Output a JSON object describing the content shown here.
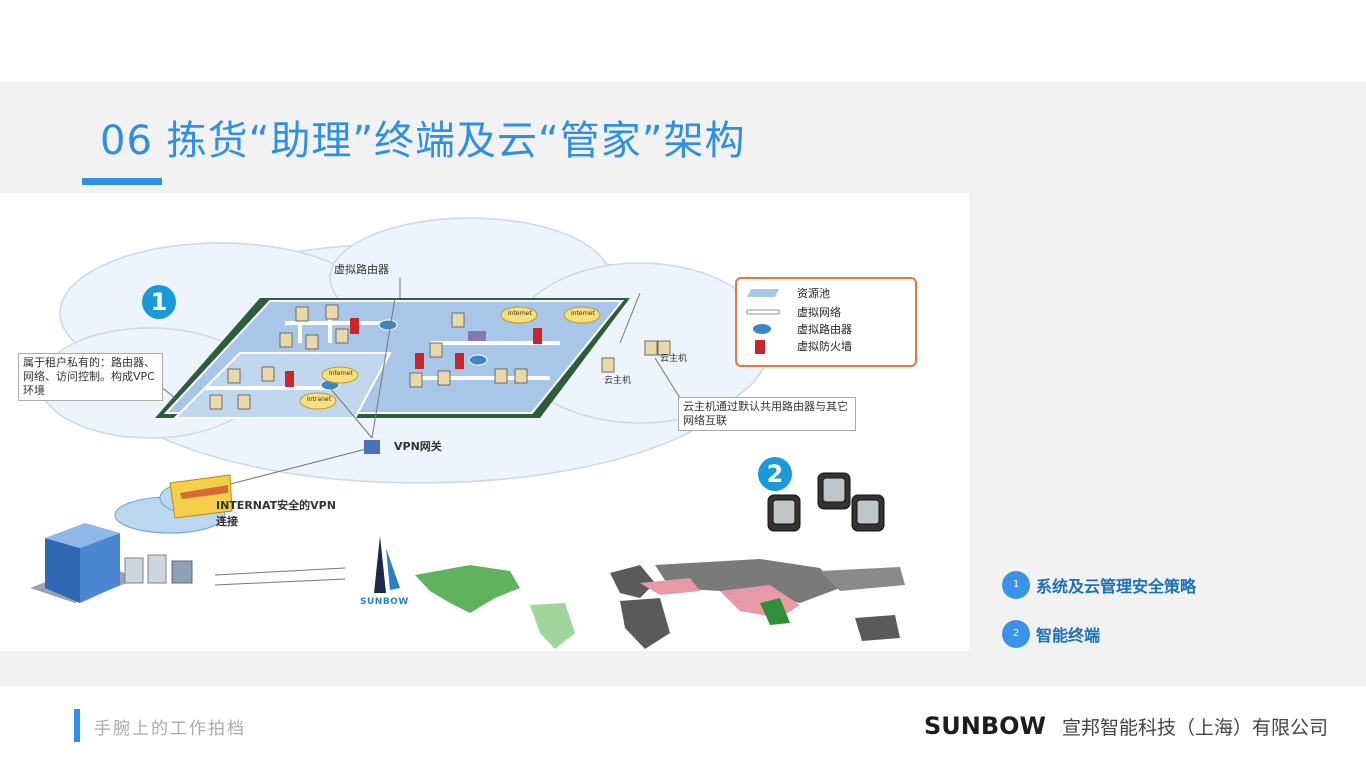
{
  "slide": {
    "title": "06 拣货“助理”终端及云“管家”架构"
  },
  "figure": {
    "badge1": "1",
    "badge2": "2",
    "virtual_router_label": "虚拟路由器",
    "tenant_note": "属于租户私有的：路由器、网络、访问控制。构成VPC环境",
    "vpn_gateway": "VPN网关",
    "internat_vpn": "INTERNAT安全的VPN连接",
    "cloud_host_1": "云主机",
    "cloud_host_2": "云主机",
    "cloud_host_note": "云主机通过默认共用路由器与其它网络互联",
    "internet_1": "Internet",
    "internet_2": "Internet",
    "internet_3": "Internet",
    "intranet": "Intranet",
    "sunbow_mini": "SUNBOW",
    "legend": {
      "items": [
        {
          "label": "资源池",
          "icon": "resource-pool-icon"
        },
        {
          "label": "虚拟网络",
          "icon": "virtual-network-icon"
        },
        {
          "label": "虚拟路由器",
          "icon": "virtual-router-icon"
        },
        {
          "label": "虚拟防火墙",
          "icon": "virtual-firewall-icon"
        }
      ]
    }
  },
  "bullets": [
    {
      "num": "1",
      "text": "系统及云管理安全策略"
    },
    {
      "num": "2",
      "text": "智能终端"
    }
  ],
  "footer": {
    "slogan": "手腕上的工作拍档",
    "logo": "SUNBOW",
    "company": "宣邦智能科技（上海）有限公司"
  },
  "colors": {
    "accent": "#2f8fe6",
    "badge": "#1a9ad6",
    "legend_border": "#e8763f",
    "firewall": "#c8262b",
    "map_green": "#5fb35f",
    "map_pink": "#e79aa5"
  }
}
